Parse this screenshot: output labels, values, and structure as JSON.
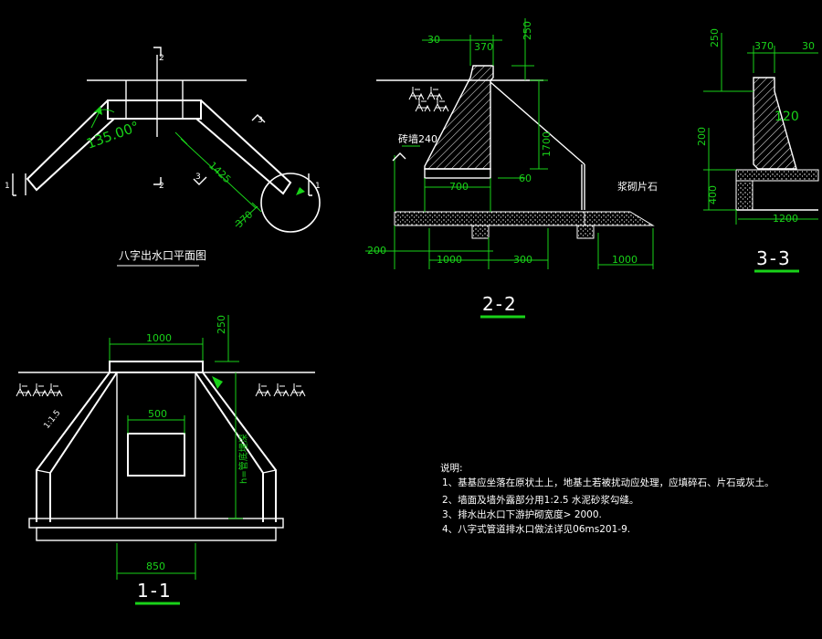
{
  "plan": {
    "title": "八字出水口平面图",
    "angle": "135.00°",
    "dim_1425": "1425",
    "dim_370": "370",
    "sec_1": "1",
    "sec_2": "2",
    "sec_3": "3"
  },
  "section22": {
    "title": "2-2",
    "dim_30": "30",
    "dim_370": "370",
    "dim_250": "250",
    "label_brick": "砖墙240",
    "dim_1700": "1700",
    "dim_60": "60",
    "dim_700": "700",
    "label_stone": "浆砌片石",
    "dim_200": "200",
    "dim_1000a": "1000",
    "dim_300": "300",
    "dim_1000b": "1000"
  },
  "section33": {
    "title": "3-3",
    "dim_250": "250",
    "dim_370": "370",
    "dim_30": "30",
    "dim_200": "200",
    "dim_120": "120",
    "dim_400": "400",
    "dim_1200": "1200"
  },
  "section11": {
    "title": "1-1",
    "dim_1000": "1000",
    "dim_250": "250",
    "dim_500": "500",
    "slope": "1:1.5",
    "height": "h=管底埋深",
    "dim_850": "850"
  },
  "notes": {
    "heading": "说明:",
    "items": [
      "1、基基应坐落在原状土上，地基土若被扰动应处理，应填碎石、片石或灰土。",
      "2、墙面及墙外露部分用1:2.5  水泥砂浆勾缝。",
      "3、排水出水口下游护砌宽度> 2000.",
      "4、八字式管道排水口做法详见06ms201-9."
    ]
  },
  "colors": {
    "background": "#000000",
    "lines": "#ffffff",
    "dimensions": "#19d219"
  }
}
